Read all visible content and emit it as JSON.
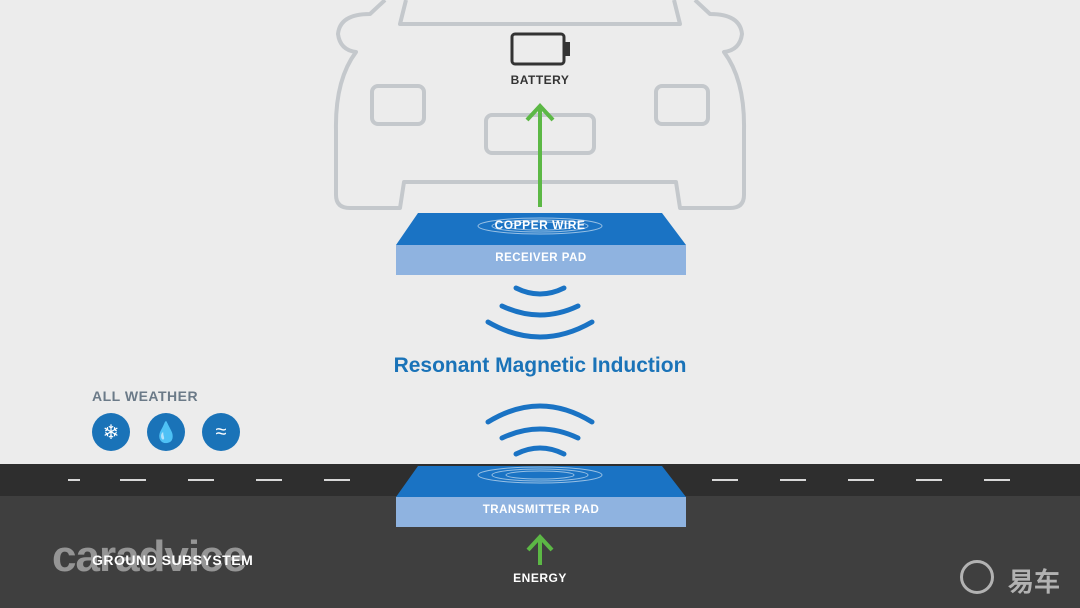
{
  "labels": {
    "battery": "BATTERY",
    "copper_wire": "COPPER WIRE",
    "receiver_pad": "RECEIVER PAD",
    "title": "Resonant Magnetic Induction",
    "all_weather": "ALL WEATHER",
    "transmitter_pad": "TRANSMITTER PAD",
    "energy": "ENERGY",
    "ground_subsystem": "GROUND SUBSYSTEM"
  },
  "weather_icons": [
    "snowflake-icon",
    "water-drops-icon",
    "waves-icon"
  ],
  "watermarks": {
    "left": "caradvice",
    "right": "易车"
  },
  "colors": {
    "background": "#ececec",
    "road": "#2e2e2e",
    "ground": "#3f3f3f",
    "pad_top": "#1a73c4",
    "pad_front": "#8fb3e0",
    "accent_blue": "#1a73b8",
    "arrow_green": "#5cb845",
    "car_outline": "#c4c8cc"
  }
}
